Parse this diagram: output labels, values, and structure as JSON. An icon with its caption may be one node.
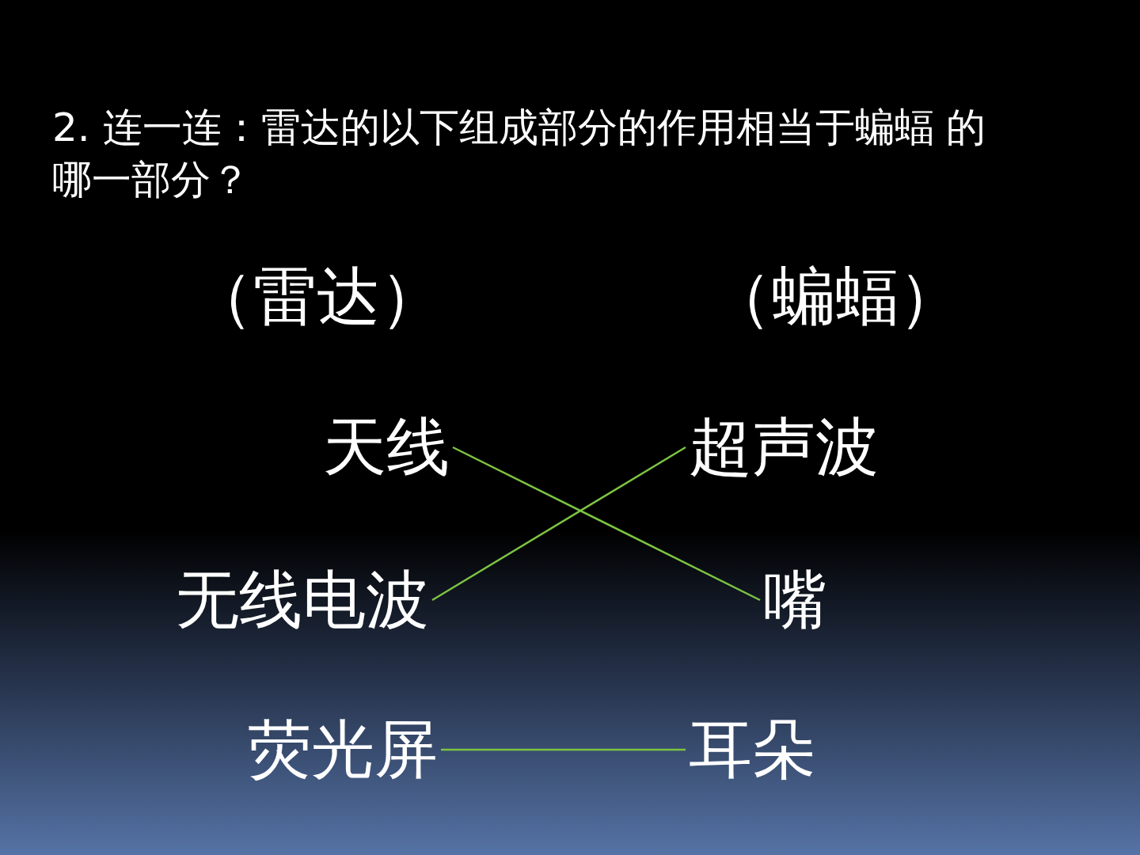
{
  "diagram": {
    "title": "2. 连一连：雷达的以下组成部分的作用相当于蝙蝠 的哪一部分？",
    "nodes": [
      {
        "text": [
          "天线"
        ]
      },
      {
        "text": [
          "无线电波"
        ]
      },
      {
        "text": [
          "荧光屏"
        ]
      },
      {
        "text": [
          "超声波"
        ]
      },
      {
        "text": [
          "嘴"
        ]
      },
      {
        "text": [
          "耳朵"
        ]
      }
    ],
    "edges": [
      {
        "from": 0,
        "to": 4,
        "arrow": "none"
      },
      {
        "from": 1,
        "to": 3,
        "arrow": "none"
      },
      {
        "from": 2,
        "to": 5,
        "arrow": "none"
      }
    ],
    "labels": [
      "（雷达）",
      "（蝙蝠）"
    ]
  }
}
